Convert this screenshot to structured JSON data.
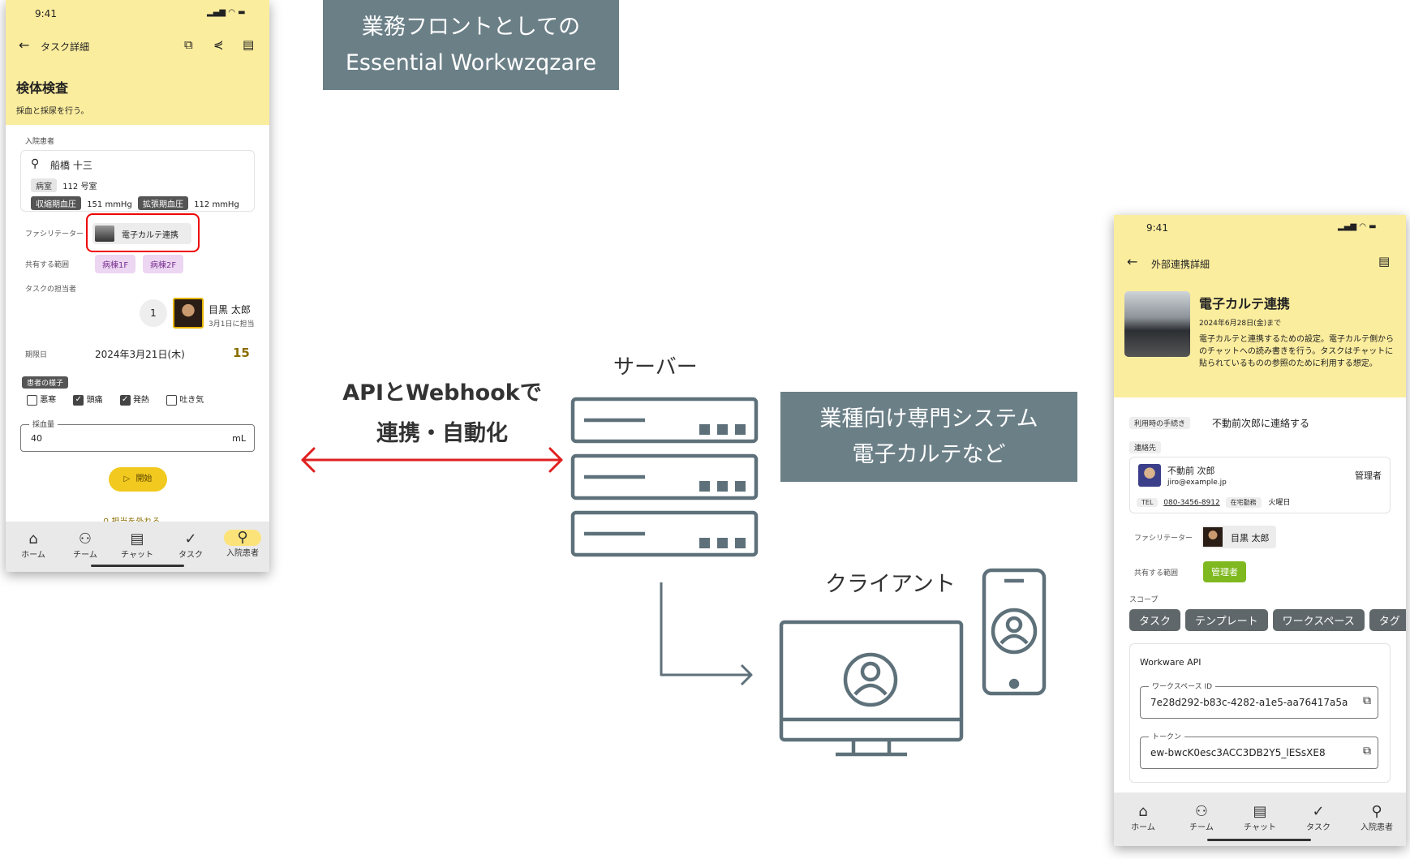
{
  "banner_front": {
    "line1": "業務フロントとしての",
    "line2": "Essential Workwzqzare"
  },
  "banner_system": {
    "line1": "業種向け専門システム",
    "line2": "電子カルテなど"
  },
  "diagram": {
    "api_line1": "APIとWebhookで",
    "api_line2": "連携・自動化",
    "server_label": "サーバー",
    "client_label": "クライアント",
    "colors": {
      "arrow": "#e02020",
      "icon": "#5e717a",
      "banner": "#6b7f87"
    }
  },
  "phone_left": {
    "status_time": "9:41",
    "header_title": "タスク詳細",
    "task_title": "検体検査",
    "task_desc": "採血と採尿を行う。",
    "patient_section": "入院患者",
    "patient_name": "船橋 十三",
    "room_chip": "病室",
    "room_value": "112 号室",
    "systolic_chip": "収縮期血圧",
    "systolic_value": "151 mmHg",
    "diastolic_chip": "拡張期血圧",
    "diastolic_value": "112 mmHg",
    "facilitator_label": "ファシリテーター",
    "facilitator_value": "電子カルテ連携",
    "scope_label": "共有する範囲",
    "scope_tags": [
      "病棟1F",
      "病棟2F"
    ],
    "assignee_section": "タスクの担当者",
    "assignee_count": "1",
    "assignee_name": "目黒 太郎",
    "assignee_date": "3月1日に担当",
    "deadline_label": "期限日",
    "deadline_value": "2024年3月21日(木)",
    "deadline_days": "15",
    "symptom_label": "患者の様子",
    "symptoms": [
      {
        "label": "悪寒",
        "checked": false
      },
      {
        "label": "頭痛",
        "checked": true
      },
      {
        "label": "発熱",
        "checked": true
      },
      {
        "label": "吐き気",
        "checked": false
      }
    ],
    "blood_label": "採血量",
    "blood_value": "40",
    "blood_unit": "mL",
    "start_button": "開始",
    "unassign_link": "担当を外れる",
    "nav": [
      "ホーム",
      "チーム",
      "チャット",
      "タスク",
      "入院患者"
    ]
  },
  "phone_right": {
    "status_time": "9:41",
    "header_title": "外部連携詳細",
    "title": "電子カルテ連携",
    "date": "2024年6月28日(金)まで",
    "desc": "電子カルテと連携するための設定。電子カルテ側からのチャットへの読み書きを行う。タスクはチャットに貼られているものの参照のために利用する想定。",
    "procedure_label": "利用時の手続き",
    "procedure_value": "不動前次郎に連絡する",
    "contact_label": "連絡先",
    "contact_name": "不動前 次郎",
    "contact_role": "管理者",
    "contact_email": "jiro@example.jp",
    "tel_chip": "TEL",
    "tel_value": "080-3456-8912",
    "remote_chip": "在宅勤務",
    "remote_value": "火曜日",
    "facilitator_label": "ファシリテーター",
    "facilitator_value": "目黒 太郎",
    "scope_label": "共有する範囲",
    "scope_tag": "管理者",
    "scope2_label": "スコープ",
    "scope2_tags": [
      "タスク",
      "テンプレート",
      "ワークスペース",
      "タグ"
    ],
    "api_title": "Workware API",
    "workspace_label": "ワークスペース ID",
    "workspace_value": "7e28d292-b83c-4282-a1e5-aa76417a5a",
    "token_label": "トークン",
    "token_value": "ew-bwcK0esc3ACC3DB2Y5_lESsXE8",
    "nav": [
      "ホーム",
      "チーム",
      "チャット",
      "タスク",
      "入院患者"
    ]
  }
}
